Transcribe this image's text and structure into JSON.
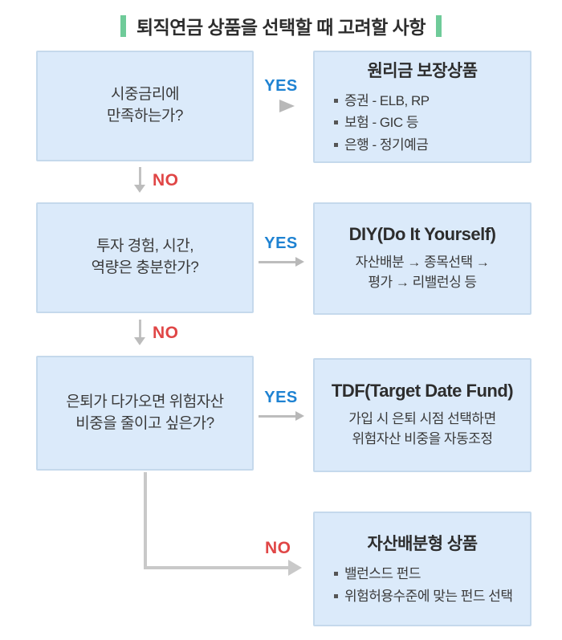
{
  "title": "퇴직연금 상품을 선택할 때 고려할 사항",
  "labels": {
    "yes": "YES",
    "no": "NO"
  },
  "flow": {
    "q1": {
      "text": "시중금리에\n만족하는가?"
    },
    "q2": {
      "text": "투자 경험, 시간,\n역량은 충분한가?"
    },
    "q3": {
      "text": "은퇴가 다가오면 위험자산\n비중을 줄이고 싶은가?"
    },
    "r1": {
      "title": "원리금 보장상품",
      "items": [
        "증권 - ELB, RP",
        "보험 - GIC 등",
        "은행 - 정기예금"
      ]
    },
    "r2": {
      "title": "DIY(Do It Yourself)",
      "desc": "자산배분 → 종목선택 →\n평가 → 리밸런싱 등"
    },
    "r3": {
      "title": "TDF(Target Date Fund)",
      "desc": "가입 시 은퇴 시점 선택하면\n위험자산 비중을 자동조정"
    },
    "r4": {
      "title": "자산배분형 상품",
      "items": [
        "밸런스드 펀드",
        "위험허용수준에 맞는 펀드 선택"
      ]
    }
  },
  "colors": {
    "box_fill": "#dbeafa",
    "box_border": "#c5d9ec",
    "yes_blue": "#1e82d2",
    "no_red": "#e04646",
    "arrow_gray": "#bdbdbd",
    "title_green": "#6fcb99",
    "text_dark": "#2d2d2d"
  }
}
